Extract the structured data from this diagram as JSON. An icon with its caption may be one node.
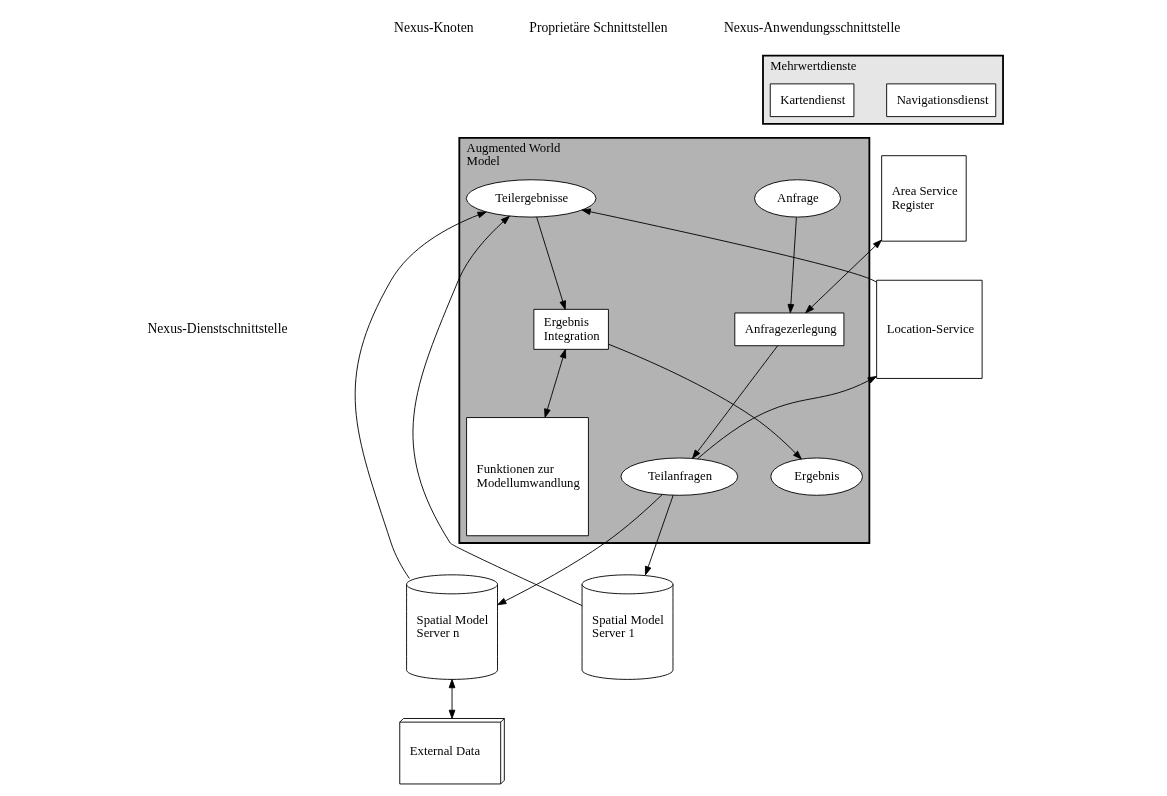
{
  "diagram": {
    "nodes": [
      {
        "text": [
          "Mehrwertdienste"
        ]
      },
      {
        "text": [
          "Kartendienst"
        ],
        "in": 0
      },
      {
        "text": [
          "Navigationsdienst"
        ],
        "in": 0
      },
      {
        "text": [
          "Augmented World Model"
        ]
      },
      {
        "text": [
          "Anfrage"
        ],
        "in": 3
      },
      {
        "text": [
          "Anfragezerlegung"
        ],
        "in": 3
      },
      {
        "text": [
          "Teilanfragen"
        ],
        "in": 3
      },
      {
        "text": [
          "Ergebnis"
        ],
        "in": 3
      },
      {
        "text": [
          "Ergebnis Integration"
        ],
        "in": 3
      },
      {
        "text": [
          "Teilergebnisse"
        ],
        "in": 3
      },
      {
        "text": [
          "Funktionen zur Modellumwandlung"
        ],
        "in": 3
      },
      {
        "text": [
          "Area Service Register"
        ]
      },
      {
        "text": [
          "Location-Service"
        ]
      },
      {
        "text": [
          "Spatial Model Server 1"
        ]
      },
      {
        "text": [
          "Spatial Model Server n"
        ]
      },
      {
        "text": [
          "External Data"
        ]
      }
    ],
    "edges": [
      {
        "from": 4,
        "to": 5,
        "arrow": "to"
      },
      {
        "from": 11,
        "to": 5,
        "arrow": "both"
      },
      {
        "from": 5,
        "to": 6,
        "arrow": "to"
      },
      {
        "from": 8,
        "to": 7,
        "arrow": "to"
      },
      {
        "from": 8,
        "to": 10,
        "arrow": "both"
      },
      {
        "from": 9,
        "to": 8,
        "arrow": "to"
      },
      {
        "from": 6,
        "to": 12,
        "arrow": "to"
      },
      {
        "from": 6,
        "to": 13,
        "arrow": "to"
      },
      {
        "from": 6,
        "to": 14,
        "arrow": "to"
      },
      {
        "from": 12,
        "to": 9,
        "arrow": "to"
      },
      {
        "from": 13,
        "to": 9,
        "arrow": "to"
      },
      {
        "from": 14,
        "to": 9,
        "arrow": "to"
      },
      {
        "from": 14,
        "to": 15,
        "arrow": "both"
      }
    ],
    "labels": [
      "Proprietäre Schnittstellen",
      "Nexus-Anwendungsschnittstelle",
      "Nexus-Knoten",
      "Nexus-Dienstschnittstelle"
    ]
  }
}
